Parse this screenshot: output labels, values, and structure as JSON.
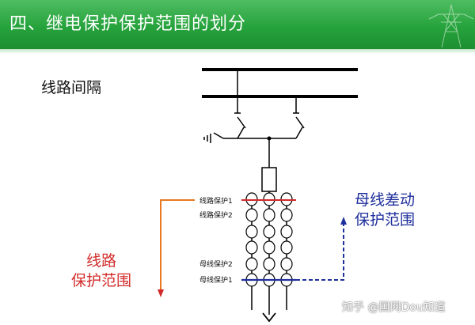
{
  "header": {
    "title": "四、继电保护保护范围的划分"
  },
  "section_label": "线路间隔",
  "protection_labels": {
    "line_1": "线路保护1",
    "line_2": "线路保护2",
    "bus_2": "母线保护2",
    "bus_1": "母线保护1"
  },
  "ranges": {
    "line_line1": "线路",
    "line_line2": "保护范围",
    "bus_line1": "母线差动",
    "bus_line2": "保护范围"
  },
  "watermark": "知乎 @国网Dou知道",
  "colors": {
    "header": "#26a33c",
    "line_range": "#d22a2a",
    "bus_range": "#1f2f9c",
    "arrow_orange": "#e8791f"
  }
}
